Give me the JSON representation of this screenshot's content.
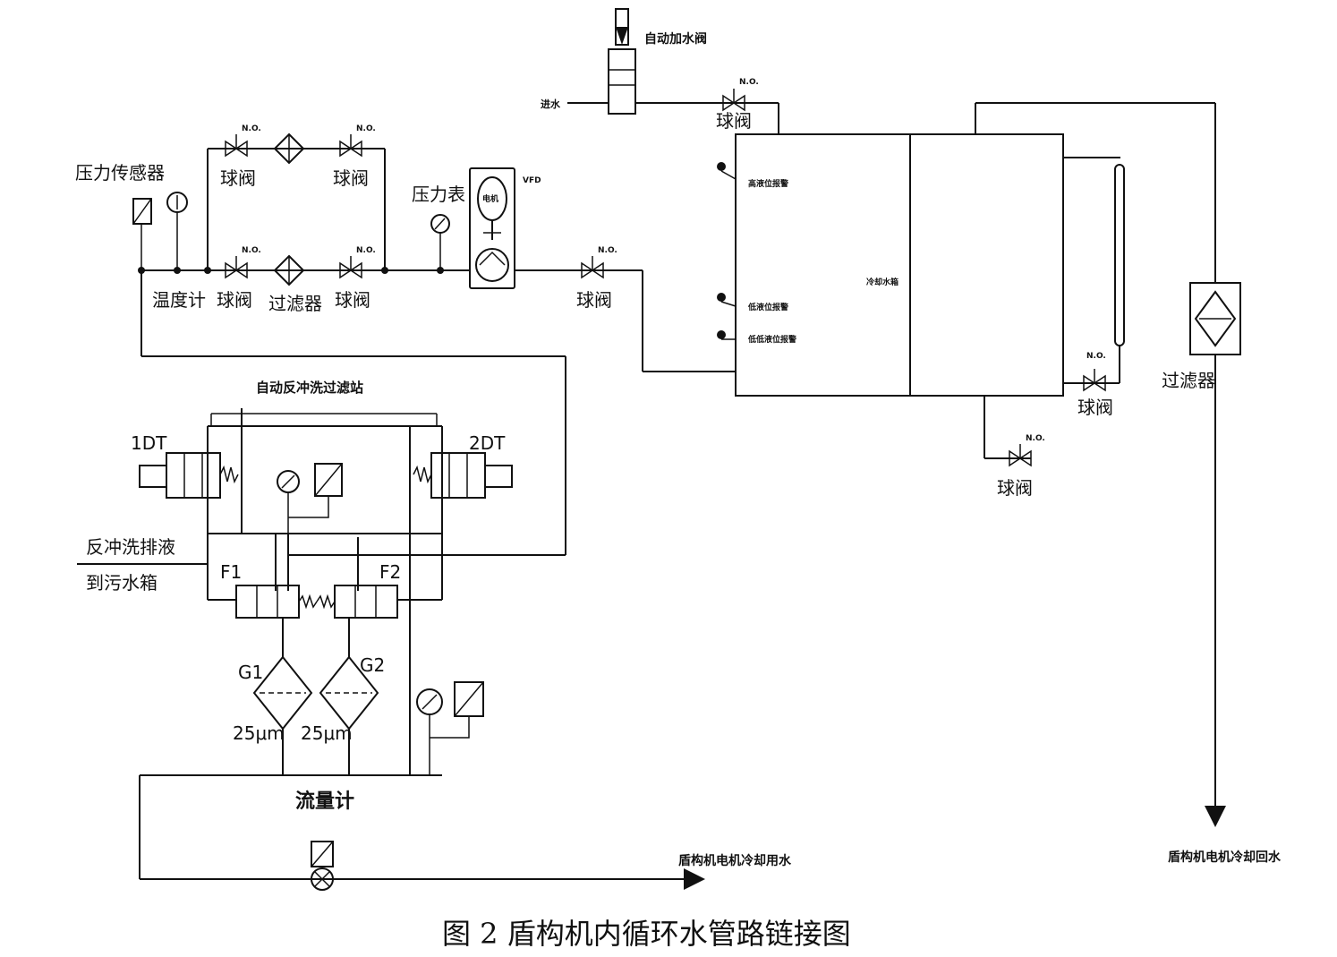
{
  "caption": "图 2  盾构机内循环水管路链接图",
  "labels": {
    "pressure_sensor": "压力传感器",
    "thermometer": "温度计",
    "ball_valve": "球阀",
    "filter": "过滤器",
    "pressure_gauge": "压力表",
    "vfd": "VFD",
    "motor": "电机",
    "auto_water_valve": "自动加水阀",
    "water_in": "进水",
    "auto_backwash_station": "自动反冲洗过滤站",
    "solenoid_1": "1DT",
    "solenoid_2": "2DT",
    "backwash_drain_1": "反冲洗排液",
    "backwash_drain_2": "到污水箱",
    "valve_f1": "F1",
    "valve_f2": "F2",
    "filter_g1": "G1",
    "filter_g2": "G2",
    "mesh_g1": "25μm",
    "mesh_g2": "25μm",
    "flowmeter": "流量计",
    "motor_cooling_out_1": "盾构机电机冷却用水",
    "motor_cooling_out_2": "盾构机电机冷却回水",
    "tank_inner": "冷却水箱",
    "tank_gauge_1": "高液位报警",
    "tank_gauge_2": "低液位报警",
    "tank_gauge_3": "低低液位报警",
    "no_tag": "N.O."
  }
}
